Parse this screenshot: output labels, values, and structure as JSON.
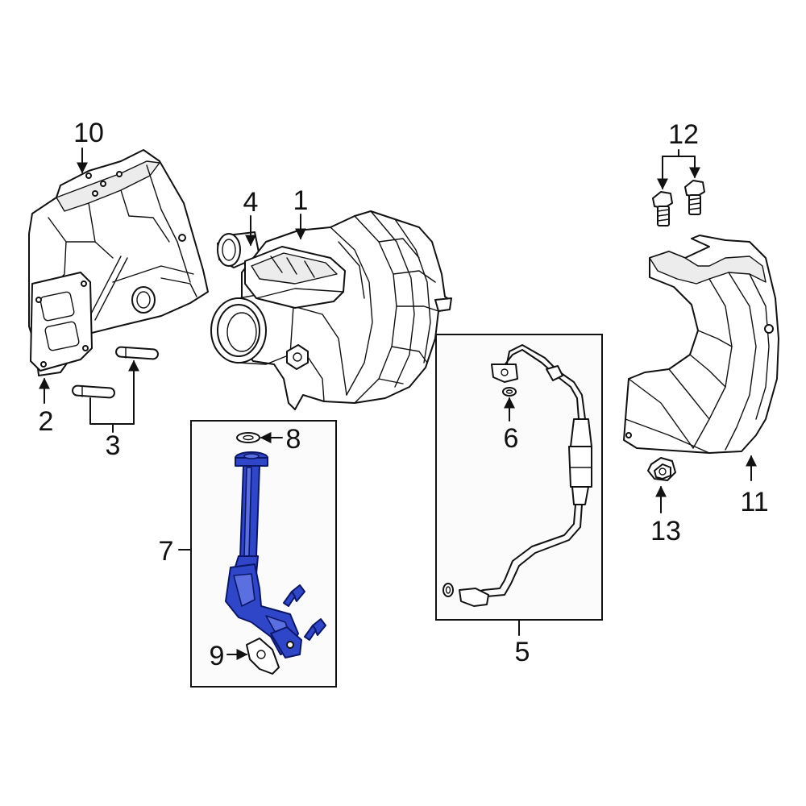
{
  "callouts": {
    "c1": "1",
    "c2": "2",
    "c3": "3",
    "c4": "4",
    "c5": "5",
    "c6": "6",
    "c7": "7",
    "c8": "8",
    "c9": "9",
    "c10": "10",
    "c11": "11",
    "c12": "12",
    "c13": "13"
  },
  "colors": {
    "highlight": "#2f46c8",
    "line": "#111111",
    "background": "#ffffff"
  }
}
